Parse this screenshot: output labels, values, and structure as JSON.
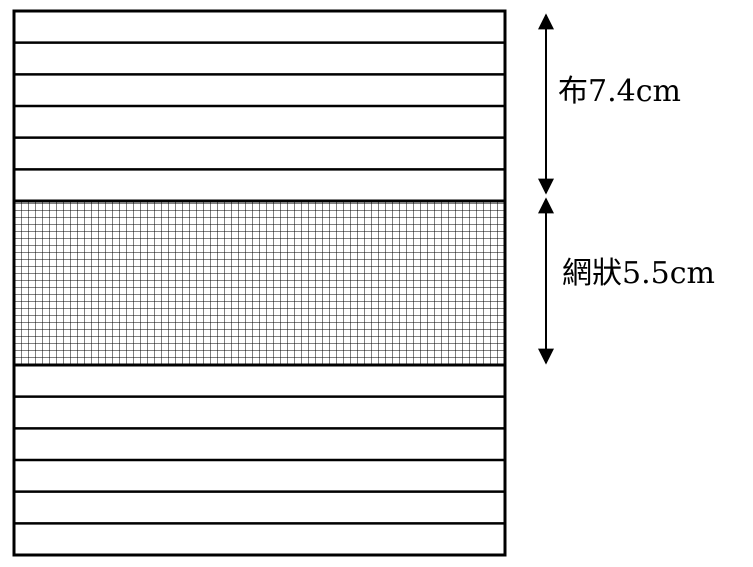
{
  "diagram": {
    "sections": [
      {
        "material": "布",
        "length_value": 7.4,
        "unit": "cm",
        "pattern": "horizontal-stripes",
        "stripe_rows": 6
      },
      {
        "material": "網狀",
        "length_value": 5.5,
        "unit": "cm",
        "pattern": "mesh-grid"
      },
      {
        "material": "布",
        "pattern": "horizontal-stripes",
        "stripe_rows": 6
      }
    ],
    "labels": {
      "cloth": "布7.4cm",
      "mesh": "網狀5.5cm"
    },
    "colors": {
      "stroke": "#000000",
      "background": "#ffffff"
    }
  }
}
